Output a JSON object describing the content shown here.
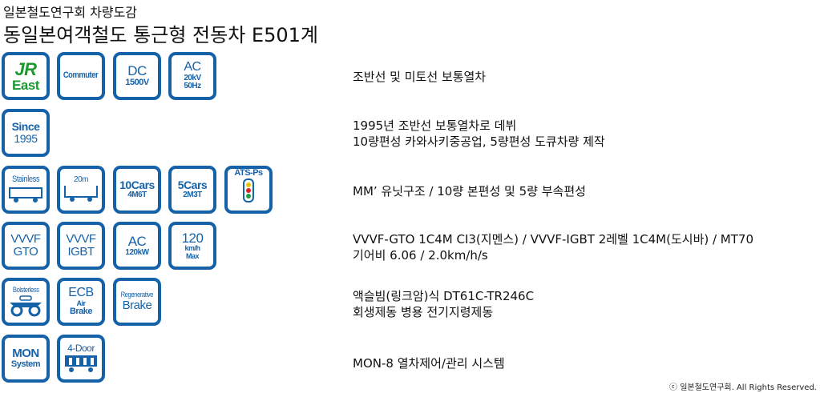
{
  "header": {
    "subtitle": "일본철도연구회 차량도감",
    "title": "동일본여객철도 통근형 전동차 E501계"
  },
  "colors": {
    "icon_blue": "#1662a9",
    "jr_green": "#1b9a2e"
  },
  "icons": {
    "jr": [
      "JR",
      "East"
    ],
    "commuter": "Commuter",
    "dc": [
      "DC",
      "1500V"
    ],
    "ac": [
      "AC",
      "20kV",
      "50Hz"
    ],
    "since": [
      "Since",
      "1995"
    ],
    "stainless": "Stainless",
    "length": "20m",
    "cars10": [
      "10Cars",
      "4M6T"
    ],
    "cars5": [
      "5Cars",
      "2M3T"
    ],
    "ats": "ATS-Ps",
    "gto": [
      "VVVF",
      "GTO"
    ],
    "igbt": [
      "VVVF",
      "IGBT"
    ],
    "motor": [
      "AC",
      "120kW"
    ],
    "speed": [
      "120",
      "km/h",
      "Max"
    ],
    "bolsterless": "Bolsterless",
    "ecb": [
      "ECB",
      "Air",
      "Brake"
    ],
    "regen": [
      "Regenerative",
      "Brake"
    ],
    "mon": [
      "MON",
      "System"
    ],
    "door": "4-Door"
  },
  "descriptions": {
    "r1": [
      "조반선 및 미토선 보통열차"
    ],
    "r2": [
      "1995년 조반선 보통열차로 데뷔",
      "10량편성 카와사키중공업, 5량편성 도큐차량 제작"
    ],
    "r3": [
      "MM’ 유닛구조 / 10량 본편성 및 5량 부속편성"
    ],
    "r4": [
      "VVVF-GTO 1C4M CI3(지멘스) / VVVF-IGBT 2레벨 1C4M(도시바) / MT70",
      "기어비 6.06 / 2.0km/h/s"
    ],
    "r5": [
      "액슬빔(링크암)식 DT61C-TR246C",
      "회생제동 병용 전기지령제동"
    ],
    "r6": [
      "MON-8 열차제어/관리 시스템"
    ]
  },
  "footer": {
    "copyright": "ⓒ 일본철도연구회. All Rights Reserved."
  }
}
